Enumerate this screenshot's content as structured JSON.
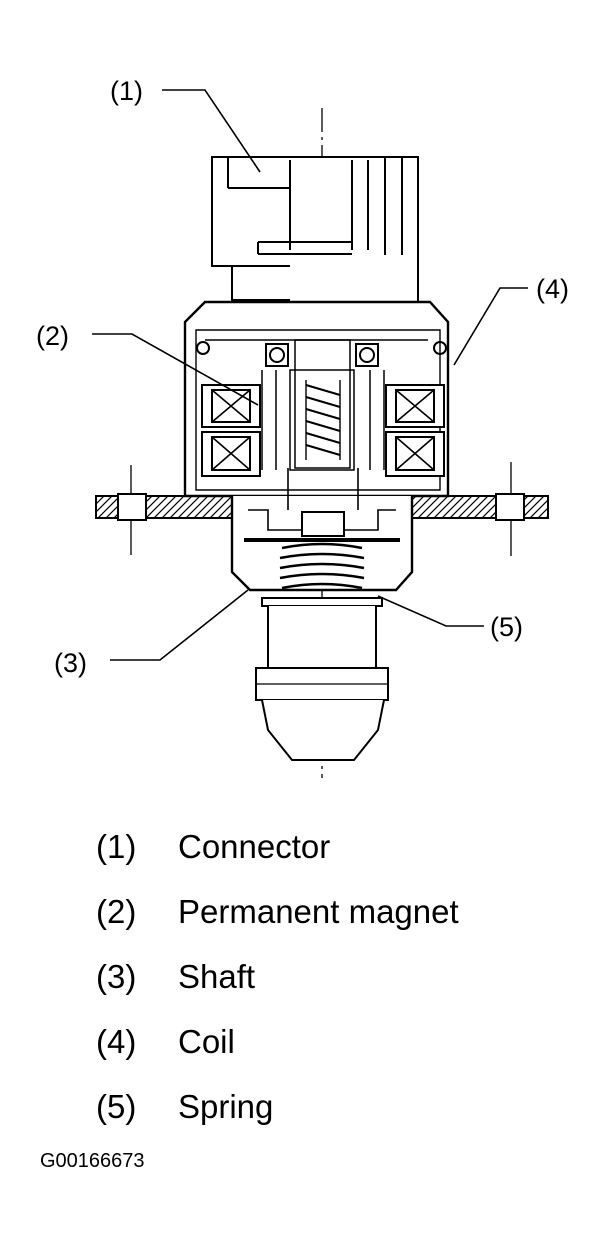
{
  "callouts": [
    {
      "label": "(1)"
    },
    {
      "label": "(2)"
    },
    {
      "label": "(3)"
    },
    {
      "label": "(4)"
    },
    {
      "label": "(5)"
    }
  ],
  "legend": [
    {
      "num": "(1)",
      "text": "Connector"
    },
    {
      "num": "(2)",
      "text": "Permanent magnet"
    },
    {
      "num": "(3)",
      "text": "Shaft"
    },
    {
      "num": "(4)",
      "text": "Coil"
    },
    {
      "num": "(5)",
      "text": "Spring"
    }
  ],
  "figure_id": "G00166673",
  "colors": {
    "ink": "#000000",
    "background": "#ffffff"
  }
}
